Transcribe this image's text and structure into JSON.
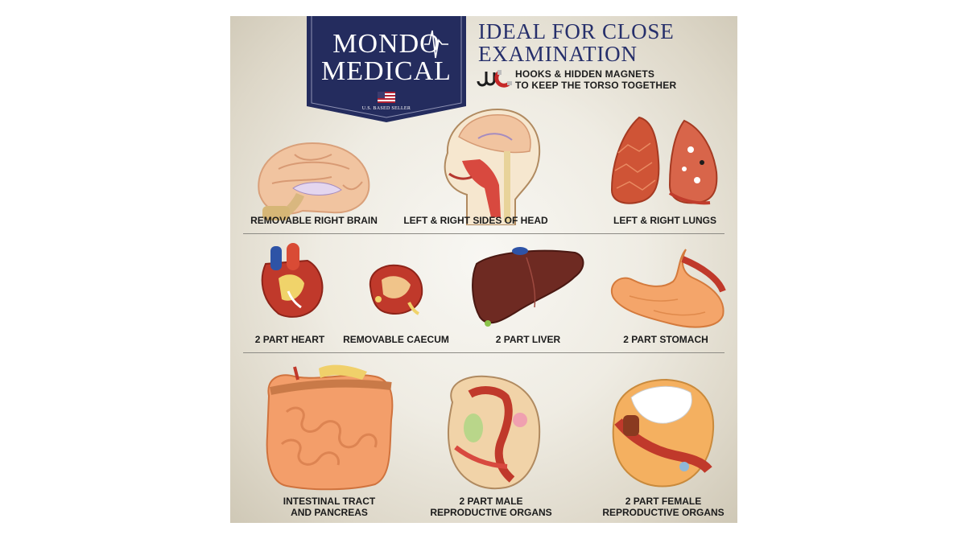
{
  "brand": {
    "name_line1": "MONDO",
    "name_line2": "MEDICAL",
    "seller_tag": "U.S. BASED SELLER",
    "banner_color": "#242c5e"
  },
  "headline": {
    "line1": "IDEAL FOR CLOSE",
    "line2": "EXAMINATION",
    "sub_line1": "HOOKS & HIDDEN MAGNETS",
    "sub_line2": "TO KEEP THE TORSO TOGETHER",
    "magnet_icon": "hook-magnet-icon"
  },
  "parts": [
    {
      "label": "REMOVABLE RIGHT BRAIN"
    },
    {
      "label": "LEFT & RIGHT SIDES OF HEAD"
    },
    {
      "label": "LEFT & RIGHT LUNGS"
    },
    {
      "label": "2 PART HEART"
    },
    {
      "label": "REMOVABLE CAECUM"
    },
    {
      "label": "2 PART LIVER"
    },
    {
      "label": "2 PART STOMACH"
    },
    {
      "label_line1": "INTESTINAL TRACT",
      "label_line2": "AND PANCREAS"
    },
    {
      "label_line1": "2 PART MALE",
      "label_line2": "REPRODUCTIVE ORGANS"
    },
    {
      "label_line1": "2 PART FEMALE",
      "label_line2": "REPRODUCTIVE ORGANS"
    }
  ]
}
